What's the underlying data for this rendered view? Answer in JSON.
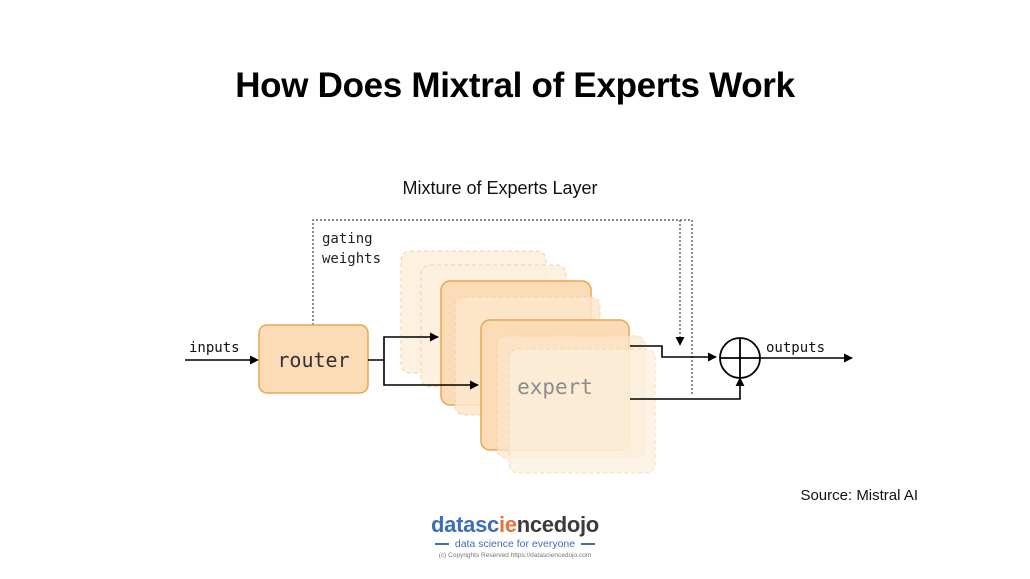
{
  "page": {
    "title": "How Does Mixtral of Experts Work",
    "source": "Source: Mistral AI"
  },
  "diagram": {
    "title": "Mixture of Experts Layer",
    "gating_label_line1": "gating",
    "gating_label_line2": "weights",
    "inputs_label": "inputs",
    "router_label": "router",
    "expert_label": "expert",
    "outputs_label": "outputs",
    "colors": {
      "box_fill": "#fcdcb6",
      "box_stroke": "#e6a64e",
      "ghost_fill": "#fdf0de",
      "ghost_stroke": "#f3cd96",
      "text": "#333333",
      "expert_text": "#8c8c8c"
    }
  },
  "brand": {
    "logo_part1": "datasc",
    "logo_part2": "ie",
    "logo_part3": "ncedojo",
    "tagline": "data science for everyone",
    "copyright": "(c) Copyrights Reserved  https://datasciencedojo.com"
  }
}
